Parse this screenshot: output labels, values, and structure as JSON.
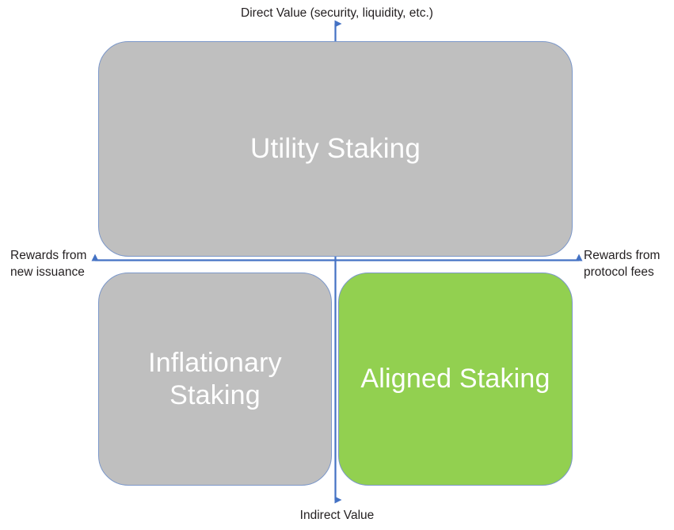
{
  "diagram": {
    "type": "2x2-quadrant-matrix",
    "title": "",
    "axes": {
      "vertical": {
        "top_label": "Direct Value (security, liquidity, etc.)",
        "bottom_label": "Indirect Value",
        "color": "#4472c4",
        "arrow_both_ends": true
      },
      "horizontal": {
        "left_label": "Rewards from\nnew issuance",
        "right_label": "Rewards from\nprotocol fees",
        "color": "#4472c4",
        "arrow_both_ends": true
      }
    },
    "quadrants": [
      {
        "id": "utility",
        "label": "Utility Staking",
        "fill": "#bfbfbf",
        "border": "#7b97c9",
        "text_color": "#ffffff",
        "position": "top-full-width"
      },
      {
        "id": "inflationary",
        "label": "Inflationary\nStaking",
        "fill": "#bfbfbf",
        "border": "#7b97c9",
        "text_color": "#ffffff",
        "position": "bottom-left"
      },
      {
        "id": "aligned",
        "label": "Aligned Staking",
        "fill": "#92d050",
        "border": "#7b97c9",
        "text_color": "#ffffff",
        "position": "bottom-right"
      }
    ]
  }
}
